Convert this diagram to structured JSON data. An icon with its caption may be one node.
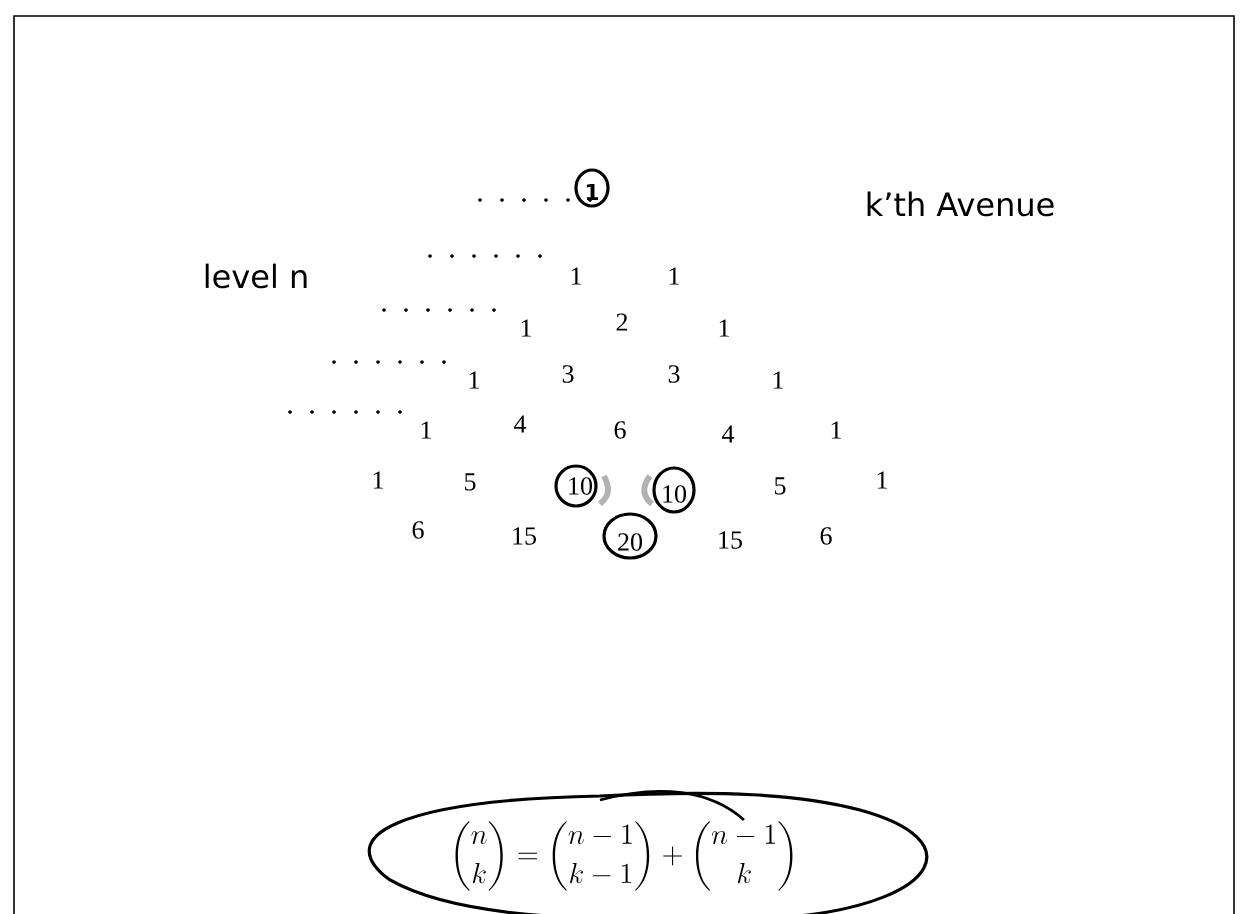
{
  "diagram": {
    "labels": [
      "1",
      "k’th Avenue",
      "level n",
      "1",
      "1",
      "1",
      "2",
      "1",
      "1",
      "3",
      "3",
      "1",
      "1",
      "4",
      "6",
      "4",
      "1",
      "1",
      "5",
      "10",
      "10",
      "5",
      "1",
      "6",
      "15",
      "20",
      "15",
      "6",
      "\\binom{n}{k}=\\binom{n-1}{k-1}+\\binom{n-1}{k}"
    ]
  }
}
